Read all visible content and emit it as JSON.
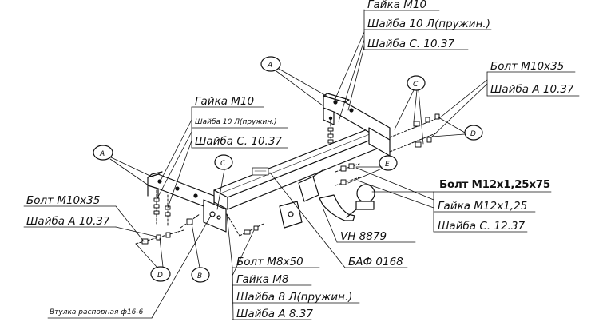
{
  "callouts": {
    "top_right": {
      "line1": "Гайка М10",
      "line2": "Шайба 10 Л(пружин.)",
      "line3": "Шайба С. 10.37"
    },
    "right_bolt": {
      "line1": "Болт М10х35",
      "line2": "Шайба А 10.37"
    },
    "left_upper": {
      "line1": "Гайка М10",
      "line2": "Шайба 10 Л(пружин.)",
      "line3": "Шайба С. 10.37"
    },
    "left_bolt": {
      "line1": "Болт М10х35",
      "line2": "Шайба А 10.37"
    },
    "ball_bolt": {
      "line1": "Болт М12х1,25х75",
      "line2": "Гайка М12х1,25",
      "line3": "Шайба С. 12.37"
    },
    "model_code": "VH 8879",
    "socket_code": "БАФ 0168",
    "bottom_center": {
      "line1": "Болт М8х50",
      "line2": "Гайка М8",
      "line3": "Шайба 8 Л(пружин.)",
      "line4": "Шайба А 8.37"
    },
    "bushing": "Втулка распорная ф16-6"
  },
  "bubbles": {
    "a": "A",
    "b": "B",
    "c": "C",
    "d": "D",
    "e": "E"
  }
}
